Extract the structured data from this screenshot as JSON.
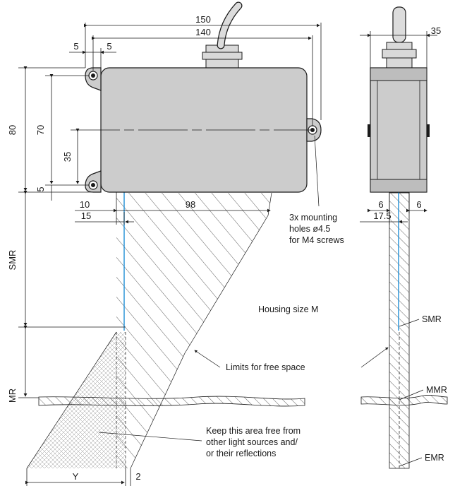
{
  "dimensions": {
    "width_150": "150",
    "width_140": "140",
    "offset_5_left": "5",
    "offset_5_right": "5",
    "height_80": "80",
    "height_70": "70",
    "height_35": "35",
    "height_5": "5",
    "offset_10": "10",
    "offset_15": "15",
    "width_98": "98",
    "side_35": "35",
    "side_6_left": "6",
    "side_6_right": "6",
    "side_17_5": "17.5",
    "gap_2": "2",
    "width_y": "Y"
  },
  "range_labels": {
    "smr_left": "SMR",
    "mr_left": "MR",
    "smr_right": "SMR",
    "mmr_right": "MMR",
    "emr_right": "EMR"
  },
  "notes": {
    "mounting_line1": "3x mounting",
    "mounting_line2": "holes ø4.5",
    "mounting_line3": "for M4 screws",
    "housing_size": "Housing size M",
    "limits": "Limits for free space",
    "keep_line1": "Keep this area free from",
    "keep_line2": "other light sources and/",
    "keep_line3": "or their reflections"
  },
  "colors": {
    "housing_fill": "#cccccc",
    "beam_axis": "#1f8fd6",
    "line": "#1a1a1a",
    "crosshatch": "#9a9a9a"
  }
}
